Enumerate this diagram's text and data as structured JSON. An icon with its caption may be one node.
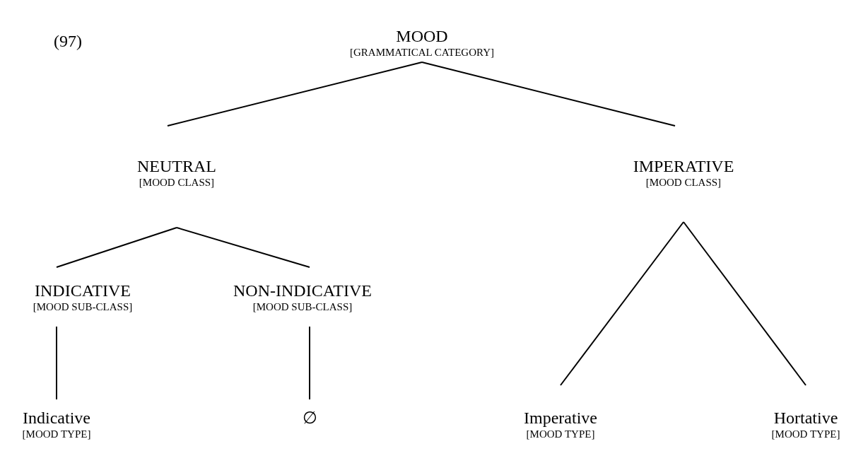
{
  "diagram": {
    "nodes": [
      {
        "text": [
          "MOOD",
          "[GRAMMATICAL CATEGORY]"
        ]
      },
      {
        "text": [
          "NEUTRAL",
          "[MOOD CLASS]"
        ]
      },
      {
        "text": [
          "IMPERATIVE",
          "[MOOD CLASS]"
        ]
      },
      {
        "text": [
          "INDICATIVE",
          "[MOOD SUB-CLASS]"
        ]
      },
      {
        "text": [
          "NON-INDICATIVE",
          "[MOOD SUB-CLASS]"
        ]
      },
      {
        "text": [
          "Indicative",
          "[MOOD TYPE]"
        ]
      },
      {
        "text": [
          "∅"
        ]
      },
      {
        "text": [
          "Imperative",
          "[MOOD TYPE]"
        ]
      },
      {
        "text": [
          "Hortative",
          "[MOOD TYPE]"
        ]
      }
    ],
    "edges": [
      {
        "from": 0,
        "to": 1,
        "arrow": "none"
      },
      {
        "from": 0,
        "to": 2,
        "arrow": "none"
      },
      {
        "from": 1,
        "to": 3,
        "arrow": "none"
      },
      {
        "from": 1,
        "to": 4,
        "arrow": "none"
      },
      {
        "from": 3,
        "to": 5,
        "arrow": "none"
      },
      {
        "from": 4,
        "to": 6,
        "arrow": "none"
      },
      {
        "from": 2,
        "to": 7,
        "arrow": "none"
      },
      {
        "from": 2,
        "to": 8,
        "arrow": "none"
      }
    ],
    "labels": [
      "(97)"
    ]
  }
}
